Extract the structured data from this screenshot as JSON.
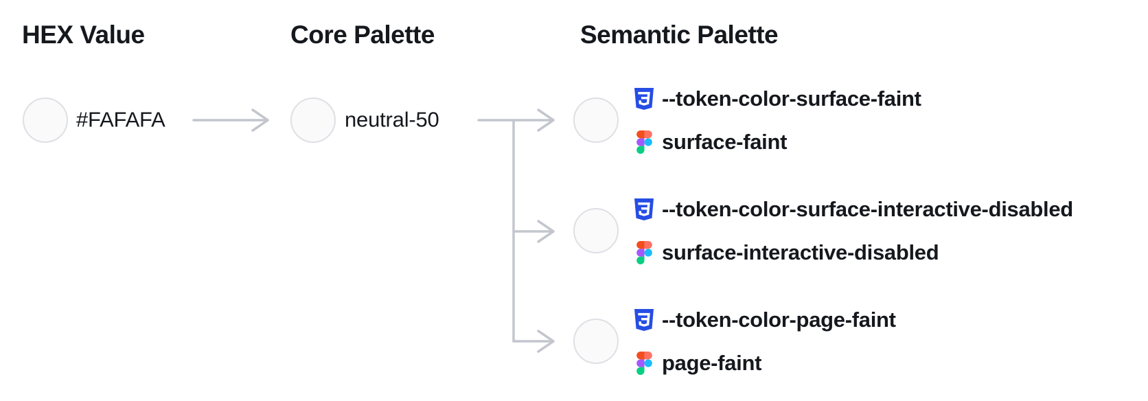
{
  "headers": {
    "hex": "HEX Value",
    "core": "Core Palette",
    "semantic": "Semantic Palette"
  },
  "hex_column": {
    "swatch_hex": "#FAFAFA",
    "label": "#FAFAFA"
  },
  "core_column": {
    "label": "neutral-50"
  },
  "semantic_column": {
    "tokens": [
      {
        "css_variable": "--token-color-surface-faint",
        "figma_style": "surface-faint"
      },
      {
        "css_variable": "--token-color-surface-interactive-disabled",
        "figma_style": "surface-interactive-disabled"
      },
      {
        "css_variable": "--token-color-page-faint",
        "figma_style": "page-faint"
      }
    ]
  },
  "icons": {
    "css_variable_icon": "css3-shield-icon",
    "figma_style_icon": "figma-logo-icon"
  },
  "colors": {
    "swatch_fill": "#FAFAFA",
    "swatch_border": "#DEE0E5",
    "connector": "#C3C6CD",
    "heading_text": "#15181D",
    "text_primary": "#15181D",
    "token_text": "#15181D",
    "css_blue": "#264DE4",
    "figma_red": "#F24E1E",
    "figma_salmon": "#FF7262",
    "figma_purple": "#A259FF",
    "figma_blue": "#1ABCFE",
    "figma_green": "#0ACF83"
  }
}
